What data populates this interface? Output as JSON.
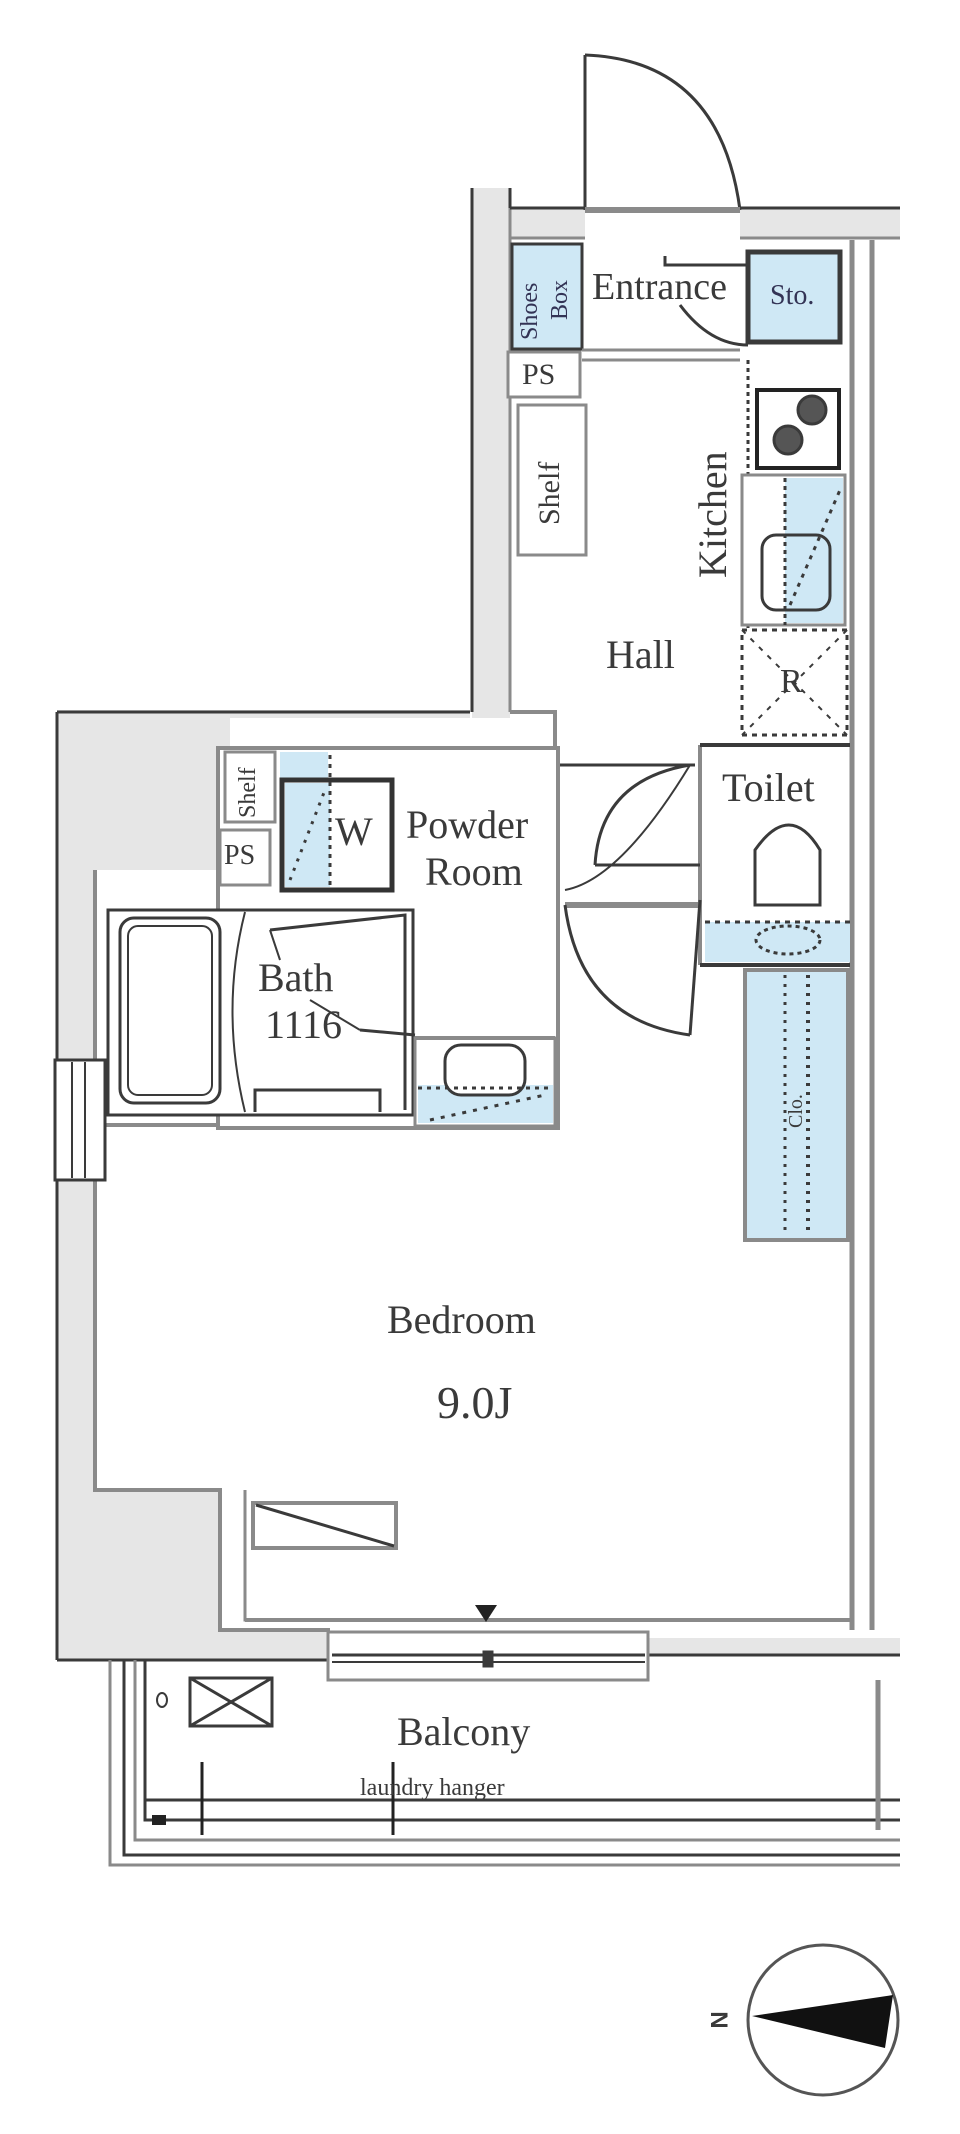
{
  "plan": {
    "rooms": [
      {
        "id": "entrance",
        "label": "Entrance"
      },
      {
        "id": "hall",
        "label": "Hall"
      },
      {
        "id": "kitchen",
        "label": "Kitchen"
      },
      {
        "id": "toilet",
        "label": "Toilet"
      },
      {
        "id": "powder_room",
        "label": "Powder Room",
        "line1": "Powder",
        "line2": "Room"
      },
      {
        "id": "bath",
        "label": "Bath",
        "size": "1116"
      },
      {
        "id": "bedroom",
        "label": "Bedroom",
        "size": "9.0J"
      },
      {
        "id": "balcony",
        "label": "Balcony",
        "note": "laundry hanger"
      }
    ],
    "fixtures": {
      "shoes_box": {
        "line1": "Shoes",
        "line2": "Box"
      },
      "storage": "Sto.",
      "ps_upper": "PS",
      "ps_lower": "PS",
      "shelf_hall": "Shelf",
      "shelf_powder": "Shelf",
      "washer": "W",
      "refrigerator": "R",
      "closet": "Clo."
    },
    "compass": {
      "label": "N"
    },
    "colors": {
      "fixture_blue": "#cfe8f5",
      "wall_fill": "#e6e6e6",
      "line": "#3a3a3a",
      "wall_line": "#8a8a8a"
    }
  }
}
